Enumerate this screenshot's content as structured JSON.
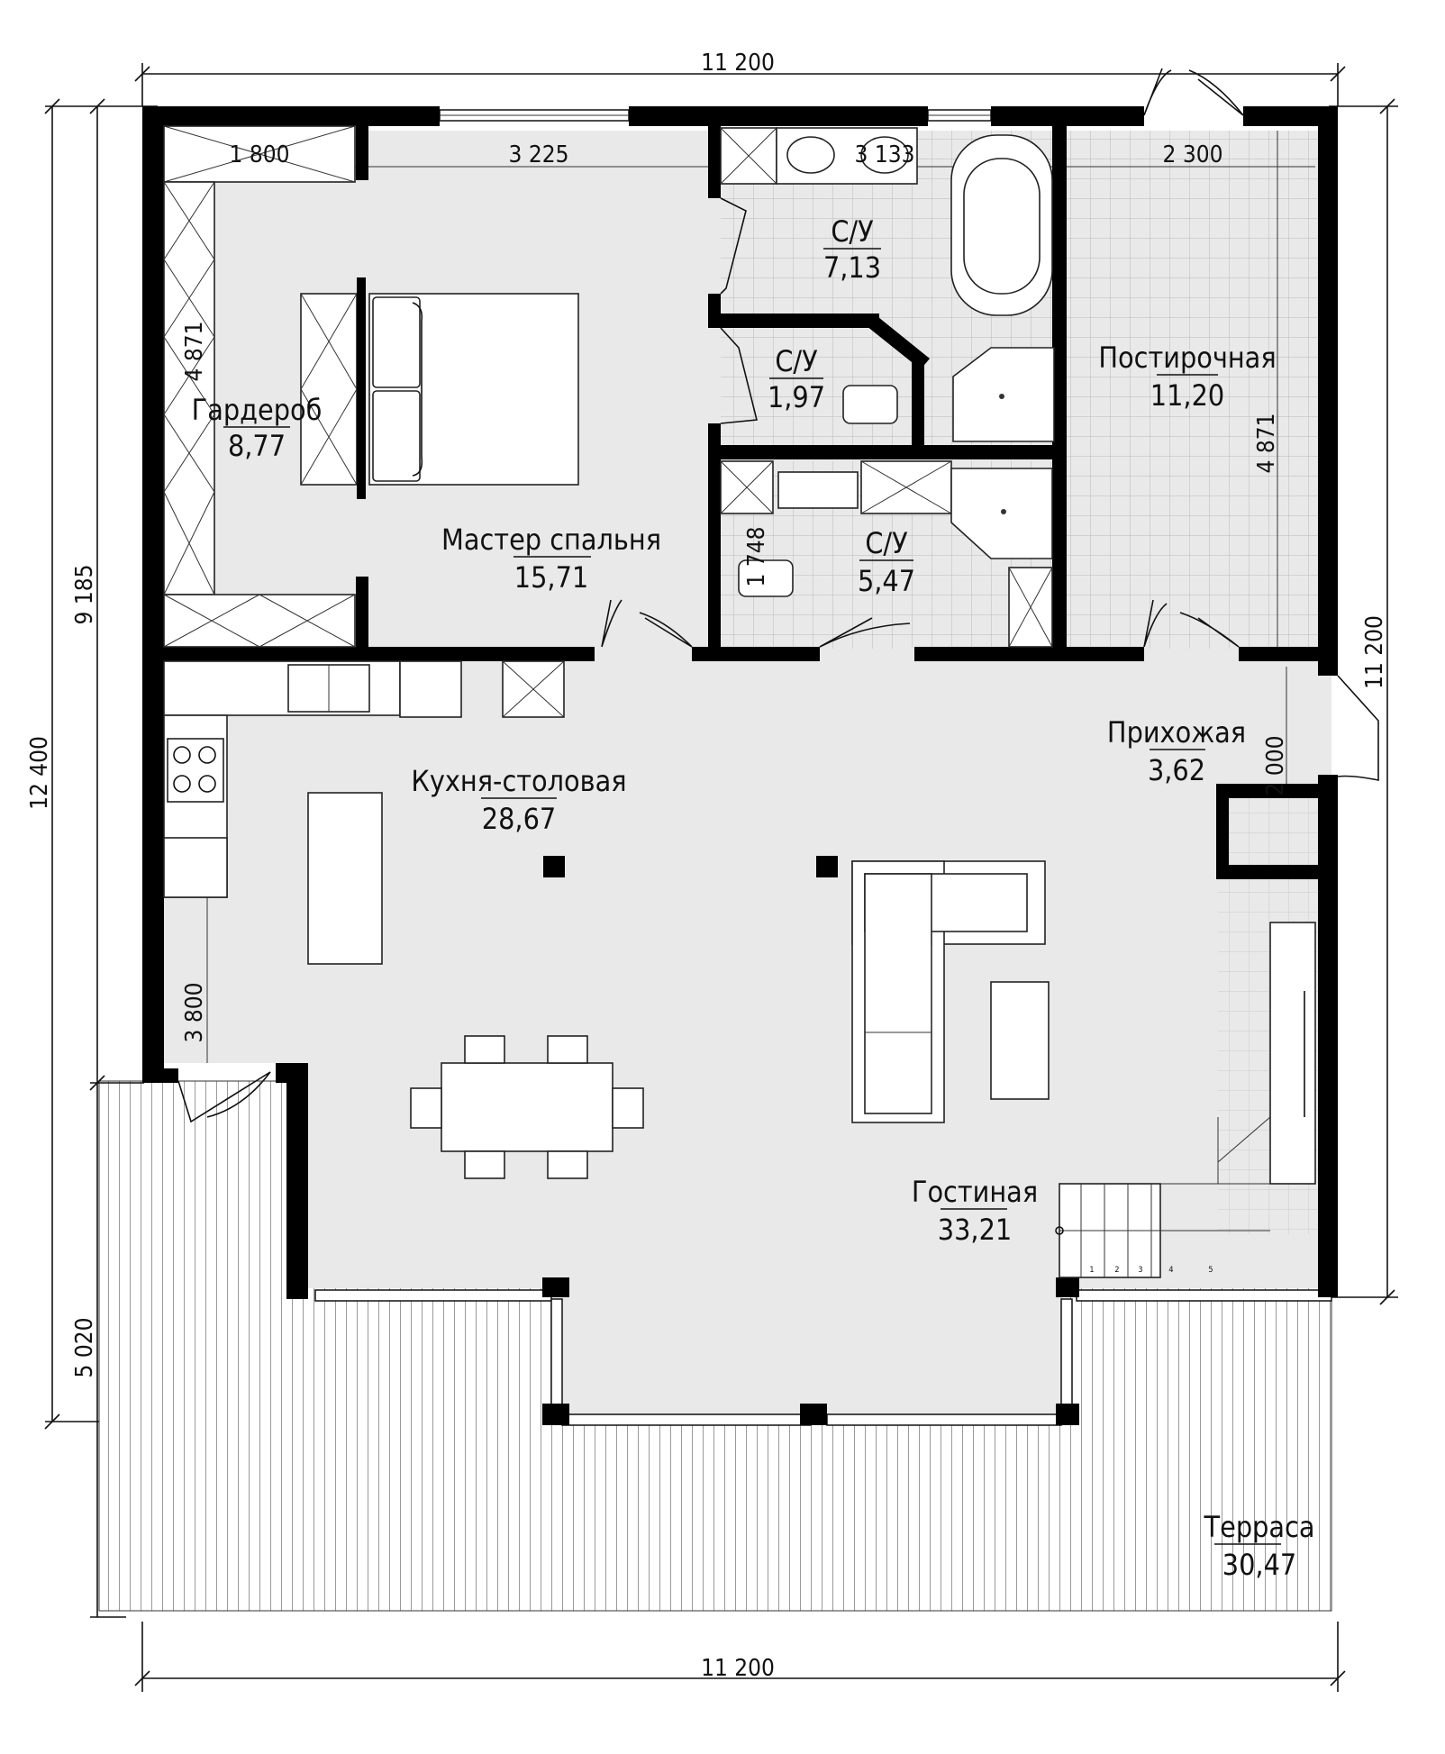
{
  "dimensions": {
    "top_total": "11 200",
    "bottom_total": "11 200",
    "left_total": "12 400",
    "left_house": "9 185",
    "left_terrace": "5 020",
    "right_house": "11 200",
    "wardrobe_width": "1 800",
    "bedroom_width": "3 225",
    "bath_width": "3 133",
    "laundry_width": "2 300",
    "wardrobe_depth": "4 871",
    "laundry_depth": "4 871",
    "wc_small": "1 748",
    "hall_depth": "2 000",
    "kitchen_depth": "3 800"
  },
  "rooms": [
    {
      "id": "wardrobe",
      "name": "Гардероб",
      "area": "8,77"
    },
    {
      "id": "master-bedroom",
      "name": "Мастер спальня",
      "area": "15,71"
    },
    {
      "id": "bath-large",
      "name": "С/У",
      "area": "7,13"
    },
    {
      "id": "bath-small",
      "name": "С/У",
      "area": "1,97"
    },
    {
      "id": "bath-medium",
      "name": "С/У",
      "area": "5,47"
    },
    {
      "id": "laundry",
      "name": "Постирочная",
      "area": "11,20"
    },
    {
      "id": "kitchen-dining",
      "name": "Кухня-столовая",
      "area": "28,67"
    },
    {
      "id": "hallway",
      "name": "Прихожая",
      "area": "3,62"
    },
    {
      "id": "living-room",
      "name": "Гостиная",
      "area": "33,21"
    },
    {
      "id": "terrace",
      "name": "Терраса",
      "area": "30,47"
    }
  ],
  "stair_steps": [
    "1",
    "2",
    "3",
    "4",
    "5"
  ],
  "colors": {
    "floor": "#e9e9e9",
    "wall": "#000000",
    "tile_line": "#b9b9b9",
    "terrace_line": "#9a9a9a"
  }
}
